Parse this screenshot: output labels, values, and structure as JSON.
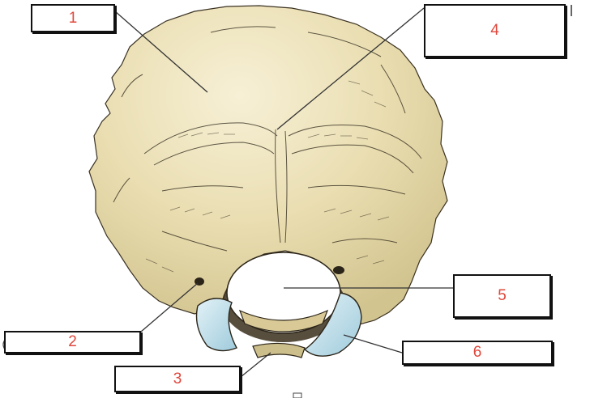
{
  "labels": [
    {
      "id": "1",
      "text": "1"
    },
    {
      "id": "2",
      "text": "2"
    },
    {
      "id": "3",
      "text": "3"
    },
    {
      "id": "4",
      "text": "4"
    },
    {
      "id": "5",
      "text": "5"
    },
    {
      "id": "6",
      "text": "6"
    }
  ],
  "colors": {
    "bone": "#e9ddb0",
    "bone_light": "#f6efd3",
    "bone_shade": "#cdbf8c",
    "cartilage": "#bfe0ec",
    "hatch": "#2b2418",
    "leader": "#333333",
    "label_text": "#e0473c"
  }
}
